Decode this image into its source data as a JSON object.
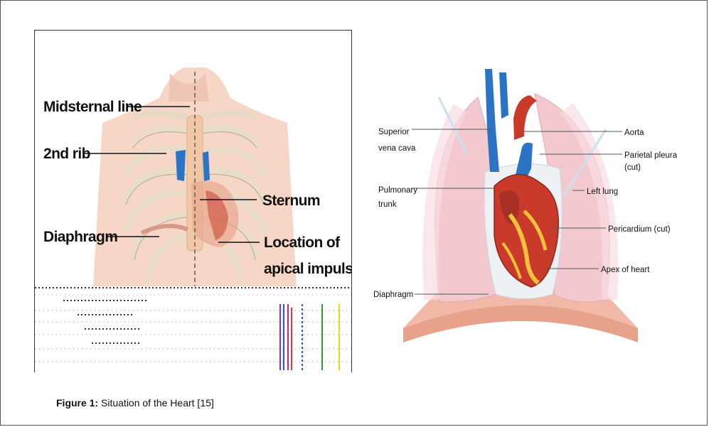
{
  "figure": {
    "caption_label": "Figure 1:",
    "caption_text": " Situation of the Heart [15]"
  },
  "left_panel": {
    "labels": {
      "midsternal": "Midsternal line",
      "rib": "2nd rib",
      "sternum": "Sternum",
      "diaphragm": "Diaphragm",
      "apical_1": "Location of",
      "apical_2": "apical impulse"
    }
  },
  "right_panel": {
    "labels": {
      "svc_1": "Superior",
      "svc_2": "vena cava",
      "pulmonary_1": "Pulmonary",
      "pulmonary_2": "trunk",
      "diaphragm": "Diaphragm",
      "aorta": "Aorta",
      "pleura_1": "Parietal pleura",
      "pleura_2": "(cut)",
      "left_lung": "Left lung",
      "pericardium": "Pericardium (cut)",
      "apex": "Apex of heart"
    }
  },
  "colors": {
    "lung": "#f3c9cf",
    "heart": "#c93a2a",
    "vessel_blue": "#2b73c4",
    "skin": "#f6d6c6"
  }
}
